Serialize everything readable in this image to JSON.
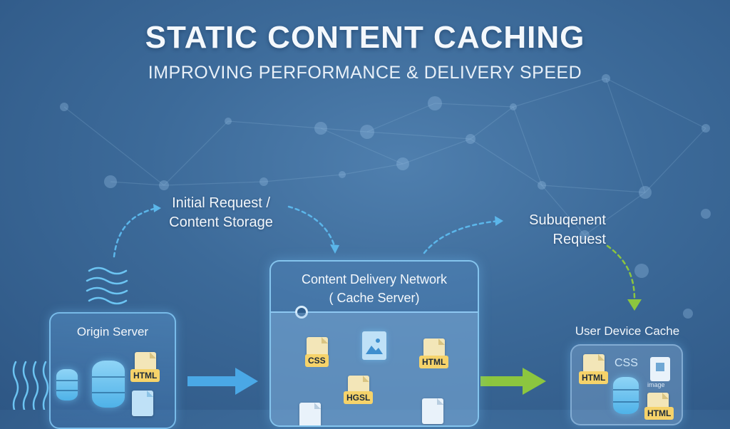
{
  "header": {
    "title": "STATIC CONTENT CACHING",
    "subtitle": "IMPROVING PERFORMANCE & DELIVERY SPEED"
  },
  "flow_labels": {
    "initial_line1": "Initial Request /",
    "initial_line2": "Content Storage",
    "subsequent_line1": "Subuqenent",
    "subsequent_line2": "Request"
  },
  "origin": {
    "title": "Origin Server",
    "file_tag": "HTML"
  },
  "cdn": {
    "title_line1": "Content Delivery Network",
    "title_line2": "( Cache Server)",
    "tags": [
      "CSS",
      "HTML",
      "HGSL"
    ]
  },
  "user_cache": {
    "title": "User Device Cache",
    "tags": [
      "HTML",
      "CSS",
      "HTML"
    ],
    "image_label": "image"
  },
  "colors": {
    "background": "#3c6a99",
    "box_border": "#82c8f5",
    "arrow_blue": "#4aa8e6",
    "arrow_green": "#8cc63f",
    "tag_yellow": "#f6d36a"
  }
}
